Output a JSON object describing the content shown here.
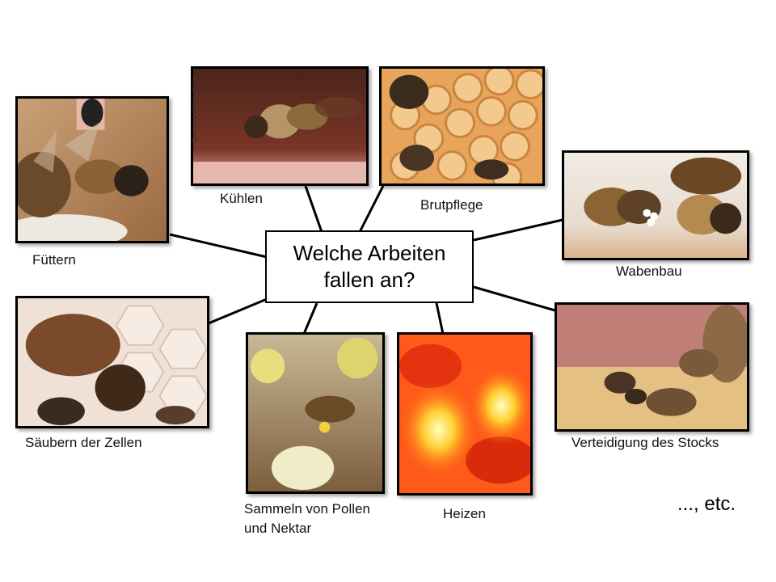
{
  "center": {
    "line1": "Welche Arbeiten",
    "line2": "fallen an?"
  },
  "tasks": {
    "fuettern": "Füttern",
    "kuehlen": "Kühlen",
    "brutpflege": "Brutpflege",
    "wabenbau": "Wabenbau",
    "saeubern": "Säubern der Zellen",
    "sammeln_line1": "Sammeln von Pollen",
    "sammeln_line2": "und Nektar",
    "heizen": "Heizen",
    "verteidigung": "Verteidigung des Stocks"
  },
  "etc": "..., etc.",
  "watermark": "Quelle: LAVES 2007",
  "colors": {
    "border": "#000000",
    "connector": "#000000",
    "background": "#ffffff"
  }
}
